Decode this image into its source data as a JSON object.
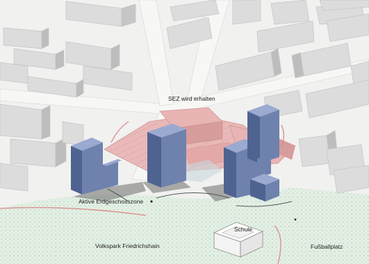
{
  "labels": {
    "sez": "SEZ wird erhalten",
    "erdgeschoss": "Aktive Erdgeschosszone",
    "schule": "Schule",
    "volkspark": "Volkspark Friedrichshain",
    "fussballplatz": "Fußballplatz"
  },
  "colors": {
    "background": "#f1f1ef",
    "context_building_top": "#dcdcdc",
    "context_building_side": "#bdbdbd",
    "sez_pink": "#e8b4b4",
    "sez_pink_dark": "#d79c9c",
    "tower_blue_front": "#6e82ad",
    "tower_blue_side": "#4f6391",
    "tower_blue_top": "#9aaad0",
    "park_green": "#cfe3d2",
    "path_red": "#d98a8a",
    "school_white": "#ffffff"
  }
}
